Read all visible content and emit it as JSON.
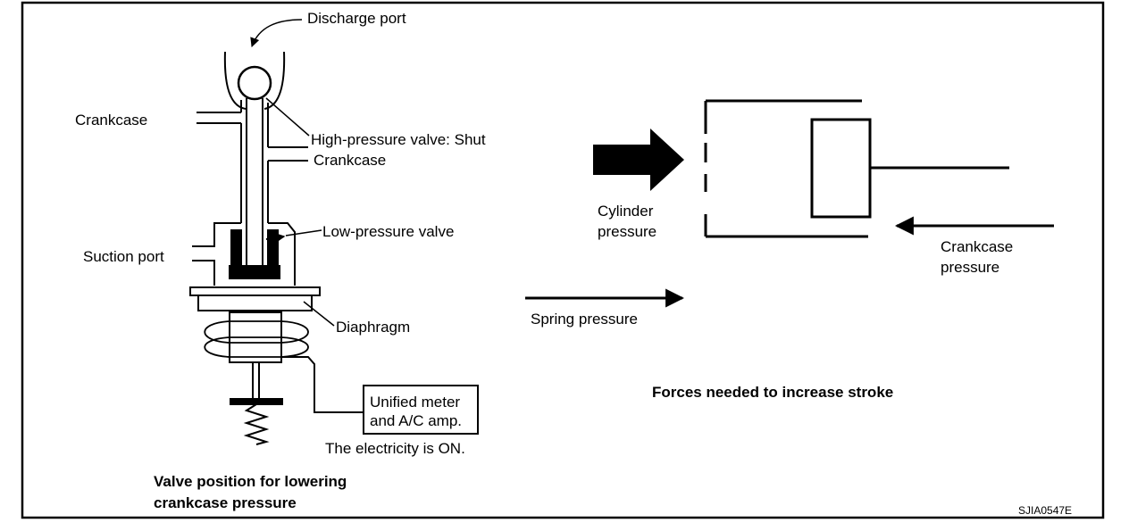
{
  "labels": {
    "discharge_port": "Discharge port",
    "crankcase_upper": "Crankcase",
    "high_pressure_valve": "High-pressure valve: Shut",
    "crankcase_lower": "Crankcase",
    "low_pressure_valve": "Low-pressure valve",
    "suction_port": "Suction port",
    "diaphragm": "Diaphragm",
    "amp_line1": "Unified meter",
    "amp_line2": "and A/C amp.",
    "electricity": "The electricity is ON.",
    "caption_left_line1": "Valve position for lowering",
    "caption_left_line2": "crankcase pressure",
    "cylinder_line1": "Cylinder",
    "cylinder_line2": "pressure",
    "crankcase_pressure_line1": "Crankcase",
    "crankcase_pressure_line2": "pressure",
    "spring_pressure": "Spring pressure",
    "caption_right": "Forces needed to increase stroke",
    "figure_code": "SJIA0547E"
  }
}
